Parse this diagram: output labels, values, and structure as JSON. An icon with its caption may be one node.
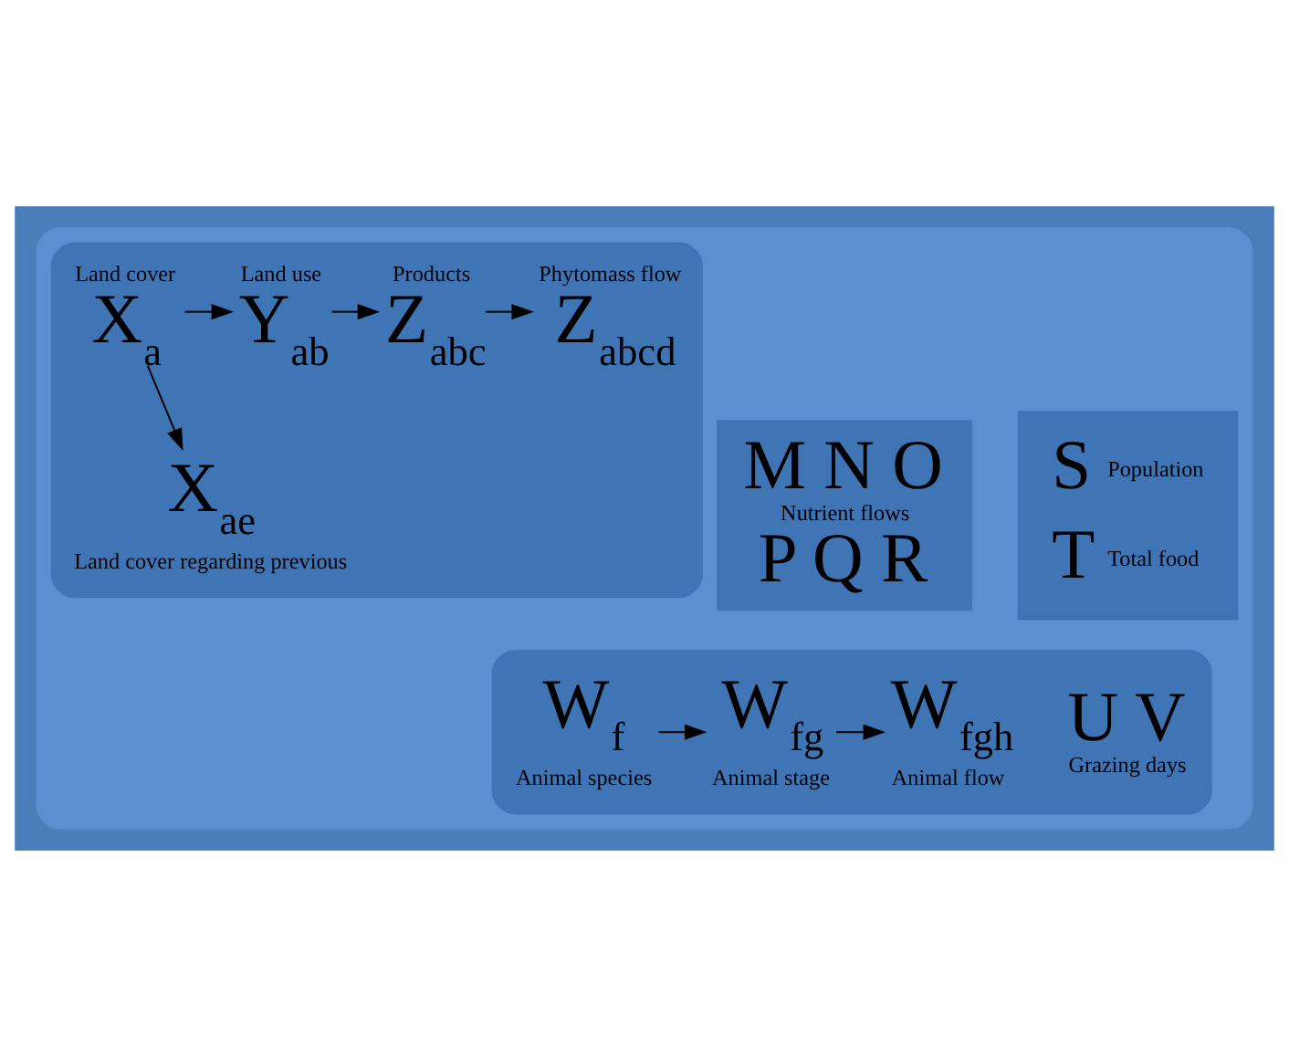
{
  "diagram": {
    "nodes": [
      {
        "text": [],
        "shape": "box"
      },
      {
        "text": [],
        "shape": "box",
        "in": 0
      },
      {
        "text": [
          "Land cover",
          "X$_{a}$"
        ],
        "in": 1
      },
      {
        "text": [
          "Land use",
          "Y$_{ab}$"
        ],
        "in": 1
      },
      {
        "text": [
          "Products",
          "Z$_{abc}$"
        ],
        "in": 1
      },
      {
        "text": [
          "Phytomass flow",
          "Z$_{abcd}$"
        ],
        "in": 1
      },
      {
        "text": [
          "X$_{ae}$",
          "Land cover regarding previous"
        ],
        "in": 1
      },
      {
        "text": [
          "M N O",
          "Nutrient flows",
          "P Q R"
        ],
        "in": 0
      },
      {
        "text": [
          "S",
          "Population",
          "T",
          "Total food"
        ],
        "in": 0
      },
      {
        "text": [],
        "shape": "box",
        "in": 0
      },
      {
        "text": [
          "W$_{f}$",
          "Animal species"
        ],
        "in": 9
      },
      {
        "text": [
          "W$_{fg}$",
          "Animal stage"
        ],
        "in": 9
      },
      {
        "text": [
          "W$_{fgh}$",
          "Animal flow"
        ],
        "in": 9
      },
      {
        "text": [
          "U V",
          "Grazing days"
        ],
        "in": 9
      }
    ],
    "edges": [
      {
        "from": 2,
        "to": 3,
        "arrow": "to"
      },
      {
        "from": 3,
        "to": 4,
        "arrow": "to"
      },
      {
        "from": 4,
        "to": 5,
        "arrow": "to"
      },
      {
        "from": 2,
        "to": 6,
        "arrow": "to"
      },
      {
        "from": 10,
        "to": 11,
        "arrow": "to"
      },
      {
        "from": 11,
        "to": 12,
        "arrow": "to"
      }
    ]
  }
}
